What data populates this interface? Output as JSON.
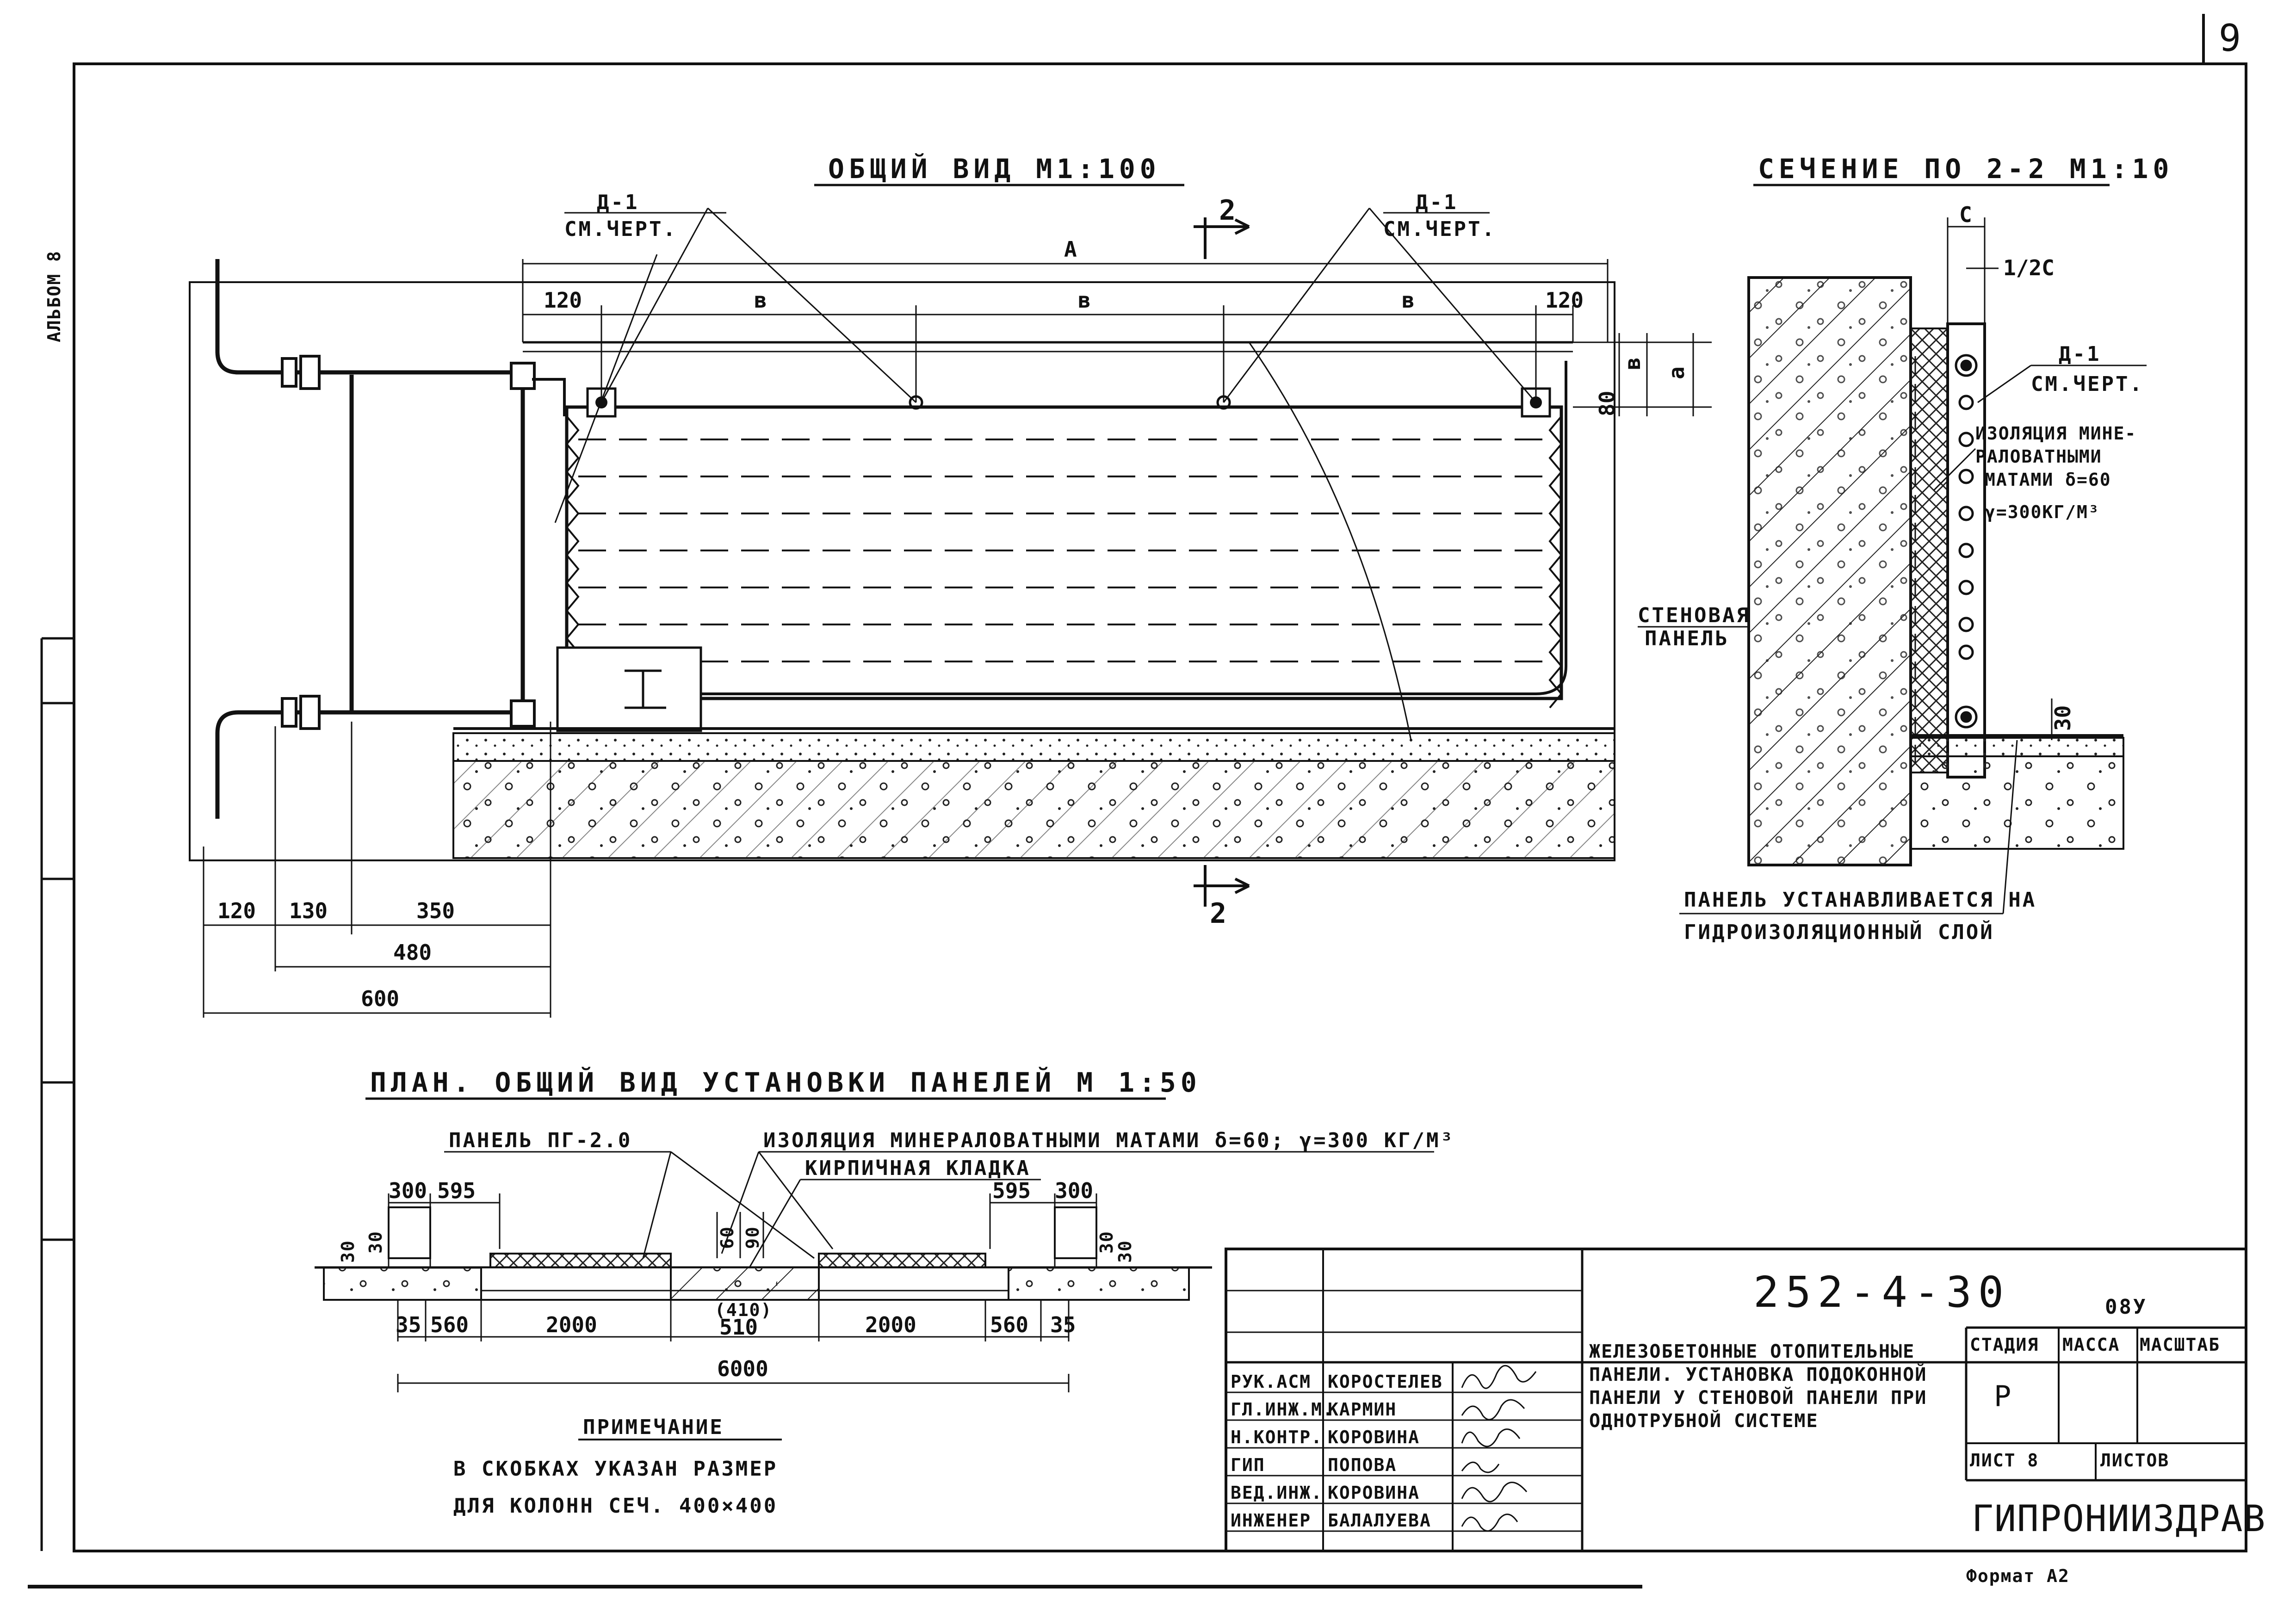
{
  "sheet": {
    "sheet_number": "9",
    "album_label": "АЛЬБОМ 8",
    "format_label": "Формат А2"
  },
  "view_general": {
    "title": "ОБЩИЙ ВИД М1:100",
    "callout_left": {
      "ref": "Д-1",
      "note": "СМ.ЧЕРТ."
    },
    "callout_right": {
      "ref": "Д-1",
      "note": "СМ.ЧЕРТ."
    },
    "section_mark_top": "2",
    "section_mark_bottom": "2",
    "dims": {
      "overall": "А",
      "edge_left": "120",
      "bay_1": "в",
      "bay_2": "в",
      "bay_3": "в",
      "edge_right": "120",
      "vert_a": "а",
      "vert_b": "в",
      "vert_80": "80",
      "pipe_120": "120",
      "pipe_130": "130",
      "pipe_350": "350",
      "pipe_480": "480",
      "pipe_600": "600"
    }
  },
  "section_22": {
    "title": "СЕЧЕНИЕ ПО 2-2 М1:10",
    "dim_c": "С",
    "dim_half_c": "1/2С",
    "dim_30": "30",
    "callout": {
      "ref": "Д-1",
      "note": "СМ.ЧЕРТ."
    },
    "insulation_lines": [
      "ИЗОЛЯЦИЯ МИНЕ-",
      "РАЛОВАТНЫМИ",
      "МАТАМИ δ=60",
      "γ=300КГ/М³"
    ],
    "wall_panel_lines": [
      "СТЕНОВАЯ",
      "ПАНЕЛЬ"
    ],
    "note_lines": [
      "ПАНЕЛЬ УСТАНАВЛИВАЕТСЯ НА",
      "ГИДРОИЗОЛЯЦИОННЫЙ СЛОЙ"
    ]
  },
  "plan": {
    "title": "ПЛАН. ОБЩИЙ ВИД УСТАНОВКИ ПАНЕЛЕЙ М 1:50",
    "label_panel": "ПАНЕЛЬ ПГ-2.0",
    "label_insulation": "ИЗОЛЯЦИЯ МИНЕРАЛОВАТНЫМИ МАТАМИ δ=60; γ=300 КГ/М³",
    "label_masonry": "КИРПИЧНАЯ КЛАДКА",
    "dims_top": {
      "l300": "300",
      "l595": "595",
      "r595": "595",
      "r300": "300",
      "c60": "60",
      "c90": "90",
      "l30": "30",
      "l30b": "30",
      "r30": "30",
      "r30b": "30"
    },
    "dims_bottom": {
      "d35a": "35",
      "d560a": "560",
      "d2000a": "2000",
      "d410": "(410)",
      "d510": "510",
      "d2000b": "2000",
      "d560b": "560",
      "d35b": "35",
      "total": "6000"
    }
  },
  "note": {
    "heading": "ПРИМЕЧАНИЕ",
    "lines": [
      "В СКОБКАХ УКАЗАН РАЗМЕР",
      "ДЛЯ КОЛОНН СЕЧ. 400×400"
    ]
  },
  "title_block": {
    "doc_code": "252-4-30",
    "sheet_code": "08У",
    "description_lines": [
      "ЖЕЛЕЗОБЕТОННЫЕ ОТОПИТЕЛЬНЫЕ",
      "ПАНЕЛИ. УСТАНОВКА ПОДОКОННОЙ",
      "ПАНЕЛИ У СТЕНОВОЙ ПАНЕЛИ ПРИ",
      "ОДНОТРУБНОЙ СИСТЕМЕ"
    ],
    "col_stage": "СТАДИЯ",
    "col_mass": "МАССА",
    "col_scale": "МАСШТАБ",
    "stage_value": "Р",
    "sheet_label": "ЛИСТ 8",
    "sheets_label": "ЛИСТОВ",
    "organization": "ГИПРОНИИЗДРАВ",
    "staff": [
      {
        "role": "РУК.АСМ",
        "name": "КОРОСТЕЛЕВ"
      },
      {
        "role": "ГЛ.ИНЖ.М.",
        "name": "КАРМИН"
      },
      {
        "role": "Н.КОНТР.",
        "name": "КОРОВИНА"
      },
      {
        "role": "ГИП",
        "name": "ПОПОВА"
      },
      {
        "role": "ВЕД.ИНЖ.",
        "name": "КОРОВИНА"
      },
      {
        "role": "ИНЖЕНЕР",
        "name": "БАЛАЛУЕВА"
      }
    ]
  }
}
